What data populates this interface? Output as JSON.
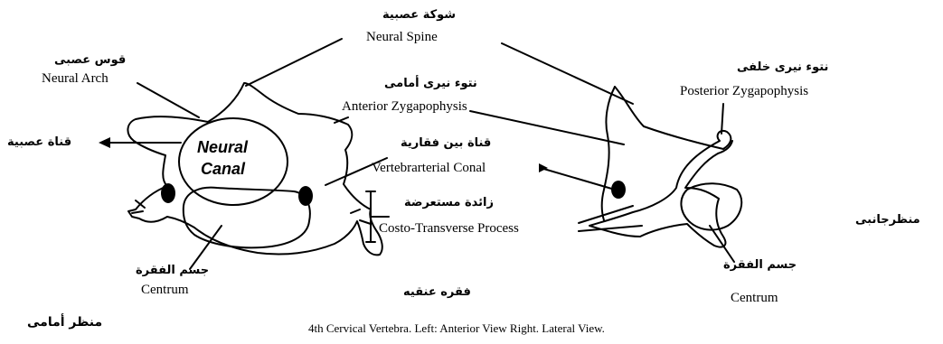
{
  "labels": {
    "neural_spine_ar": "شوكة عصبية",
    "neural_spine_en": "Neural Spine",
    "neural_arch_ar": "قوس عصبى",
    "neural_arch_en": "Neural Arch",
    "neural_canal_ar": "قناة عصبية",
    "neural_canal_line1": "Neural",
    "neural_canal_line2": "Canal",
    "ant_zyg_ar": "نتوء نيرى أمامى",
    "ant_zyg_en": "Anterior Zygapophysis",
    "post_zyg_ar": "نتوء نيرى خلفى",
    "post_zyg_en": "Posterior Zygapophysis",
    "vert_canal_ar": "قناة بين فقارية",
    "vert_canal_en": "Vertebrarterial Conal",
    "costo_ar": "زائدة مستعرضة",
    "costo_en": "Costo-Transverse Process",
    "centrum_left_ar": "جسم الفقرة",
    "centrum_left_en": "Centrum",
    "centrum_right_ar": "جسم الفقرة",
    "centrum_right_en": "Centrum",
    "lateral_view_ar": "منظرجانبى",
    "front_view_ar": "منظر أمامى",
    "cervical_ar": "فقره عنقيه",
    "caption": "4th Cervical Vertebra. Left: Anterior View Right. Lateral View."
  }
}
